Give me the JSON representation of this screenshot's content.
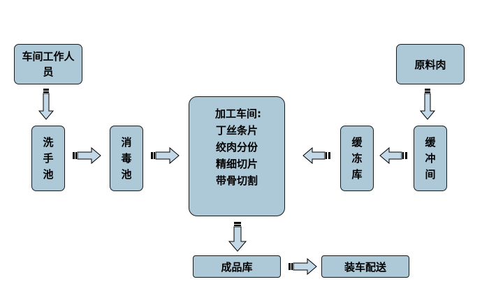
{
  "nodes": {
    "workshop_staff": "车间工作人员",
    "raw_meat": "原料肉",
    "hand_wash_pool": "洗手池",
    "disinfect_pool": "消毒池",
    "processing": {
      "title": "加工车间:",
      "items": [
        "丁丝条片",
        "绞肉分份",
        "精细切片",
        "带骨切割"
      ]
    },
    "buffer_storage": "缓冻库",
    "buffer_room": "缓冲间",
    "finished_storage": "成品库",
    "loading": "装车配送"
  },
  "colors": {
    "box_fill": "#adc8d7",
    "box_border": "#1a1a1a",
    "arrow_fill": "#c2d8e6"
  }
}
